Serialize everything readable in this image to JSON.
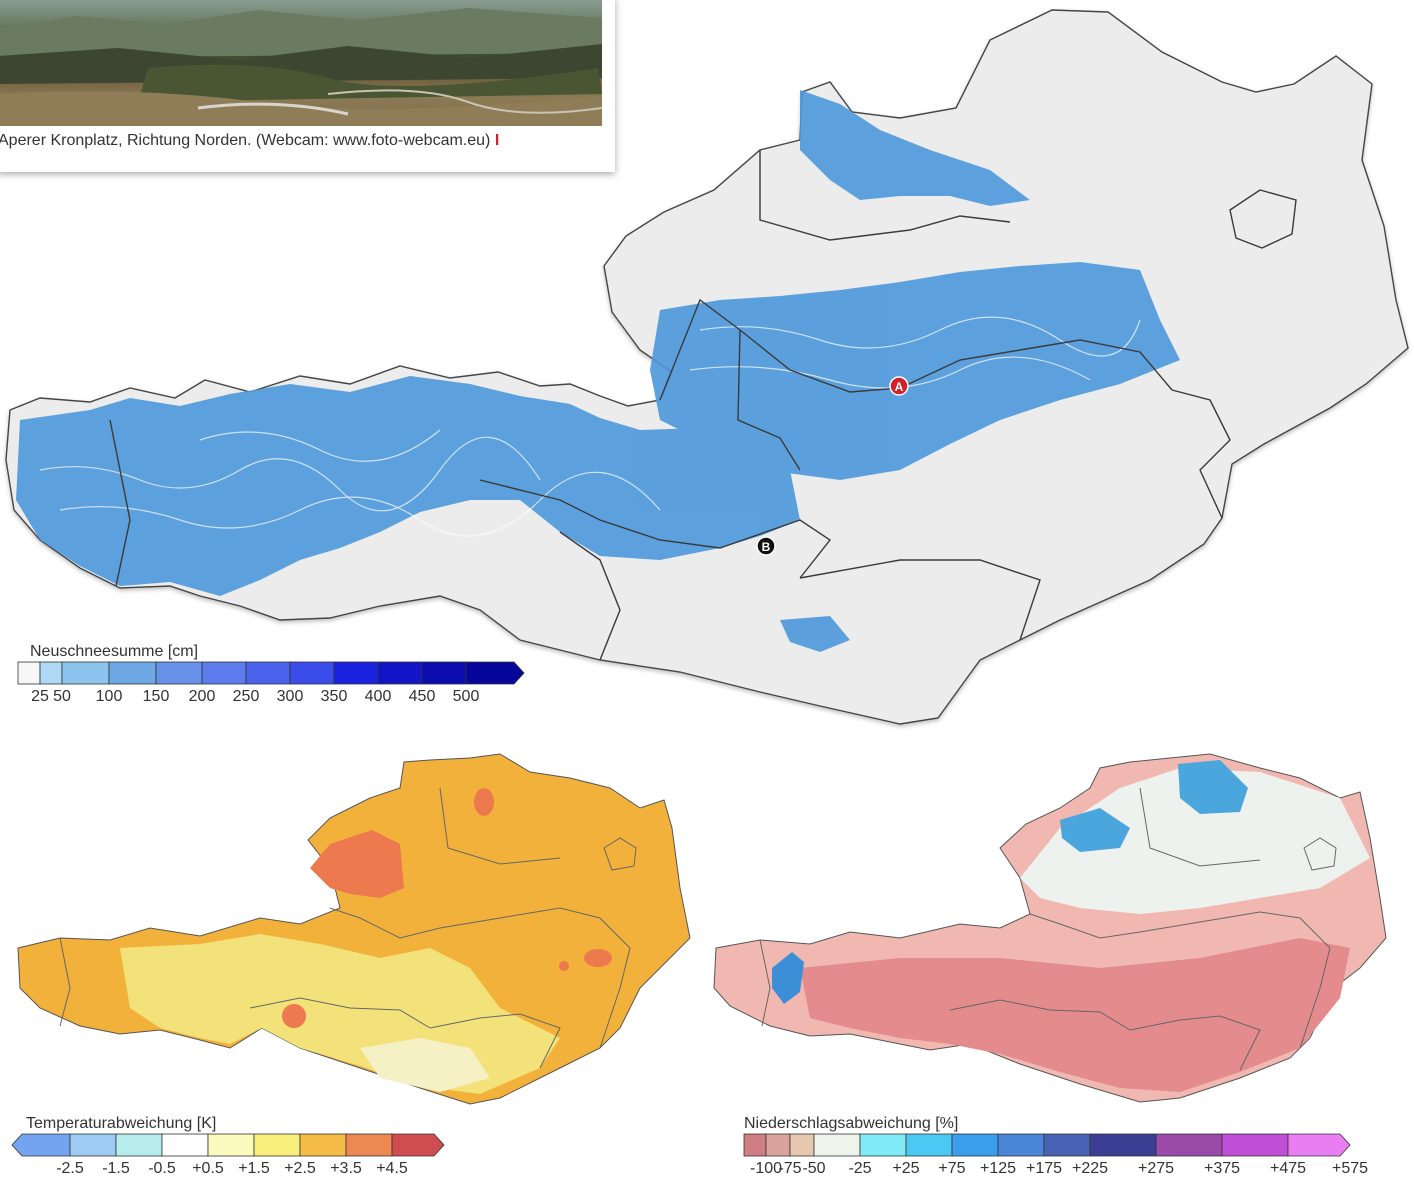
{
  "photo": {
    "caption": "Aperer Kronplatz, Richtung Norden. (Webcam: www.foto-webcam.eu)",
    "caption_mark": "I"
  },
  "snow_map": {
    "markers": [
      "A",
      "B"
    ],
    "colors": {
      "land": "#ececec",
      "snow": "#4c98dc",
      "border": "#3a3a3a"
    }
  },
  "snow_legend": {
    "title": "Neuschneesumme [cm]",
    "colors": [
      "#f6f6f6",
      "#aed8f4",
      "#8cc4ee",
      "#6ea9e6",
      "#6892ea",
      "#5d7cee",
      "#4b63ea",
      "#3a4cea",
      "#1b22e0",
      "#1414c8",
      "#0c0cae",
      "#06069a"
    ],
    "labels": [
      "25",
      "50",
      "100",
      "150",
      "200",
      "250",
      "300",
      "350",
      "400",
      "450",
      "500"
    ]
  },
  "temp_legend": {
    "title": "Temperaturabweichung [K]",
    "colors": [
      "#74a4ef",
      "#9ccbf4",
      "#b6ecec",
      "#ffffff",
      "#fbfbc0",
      "#f8ee7c",
      "#f6bd46",
      "#ed8852",
      "#cf4d4e"
    ],
    "labels": [
      "-2.5",
      "-1.5",
      "-0.5",
      "+0.5",
      "+1.5",
      "+2.5",
      "+3.5",
      "+4.5"
    ]
  },
  "precip_legend": {
    "title": "Niederschlagsabweichung [%]",
    "colors": [
      "#cf7f83",
      "#dba39e",
      "#e6c8b0",
      "#eef3ec",
      "#7fecf8",
      "#4cc8f4",
      "#3a9eec",
      "#4a86d8",
      "#4a62b4",
      "#3c3e94",
      "#9a4aa8",
      "#c04ed6",
      "#e97ef2"
    ],
    "labels": [
      "-100",
      "-75",
      "-50",
      "-25",
      "+25",
      "+75",
      "+125",
      "+175",
      "+225",
      "+275",
      "+375",
      "+475",
      "+575"
    ]
  },
  "temp_map": {
    "colors": {
      "base": "#f2b13b",
      "warm": "#ec7a4e",
      "cool": "#f3e27a",
      "pale": "#f6f1c4"
    }
  },
  "precip_map": {
    "colors": {
      "base": "#f0b8b0",
      "dry": "#e38b8d",
      "wet": "#4aa6dc",
      "neutral": "#eef2ee"
    }
  }
}
